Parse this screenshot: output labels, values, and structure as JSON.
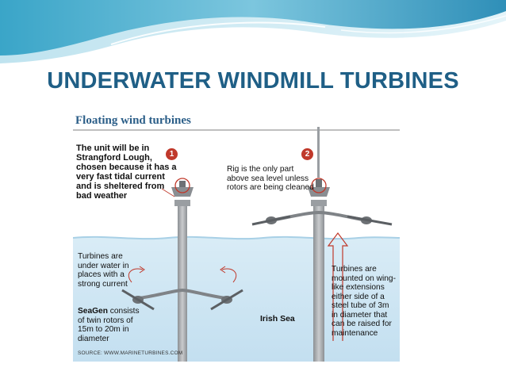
{
  "slide": {
    "title": "UNDERWATER WINDMILL TURBINES"
  },
  "figure": {
    "title": "Floating wind turbines",
    "step_numbers": [
      "1",
      "2"
    ],
    "callout_location": "The unit will be in Strangford Lough, chosen because it has a very fast tidal current and is sheltered from bad weather",
    "callout_rig": "Rig is the only part above sea level unless rotors are being cleaned",
    "callout_underwater": "Turbines are under water in places with a strong current",
    "callout_seagen_name": "SeaGen",
    "callout_seagen_rest": " consists of twin rotors of 15m to 20m in diameter",
    "callout_wings": "Turbines are mounted on wing-like extensions either side of a steel tube of 3m in diameter that can be raised for maintenance",
    "sea_label": "Irish Sea",
    "source": "SOURCE: WWW.MARINETURBINES.COM"
  },
  "colors": {
    "title": "#1f5f86",
    "figure_title": "#2b5e88",
    "sea_top": "#d9ecf6",
    "sea_bottom": "#c3dff0",
    "tower": "#a8abae",
    "accent_red": "#c0392b"
  }
}
